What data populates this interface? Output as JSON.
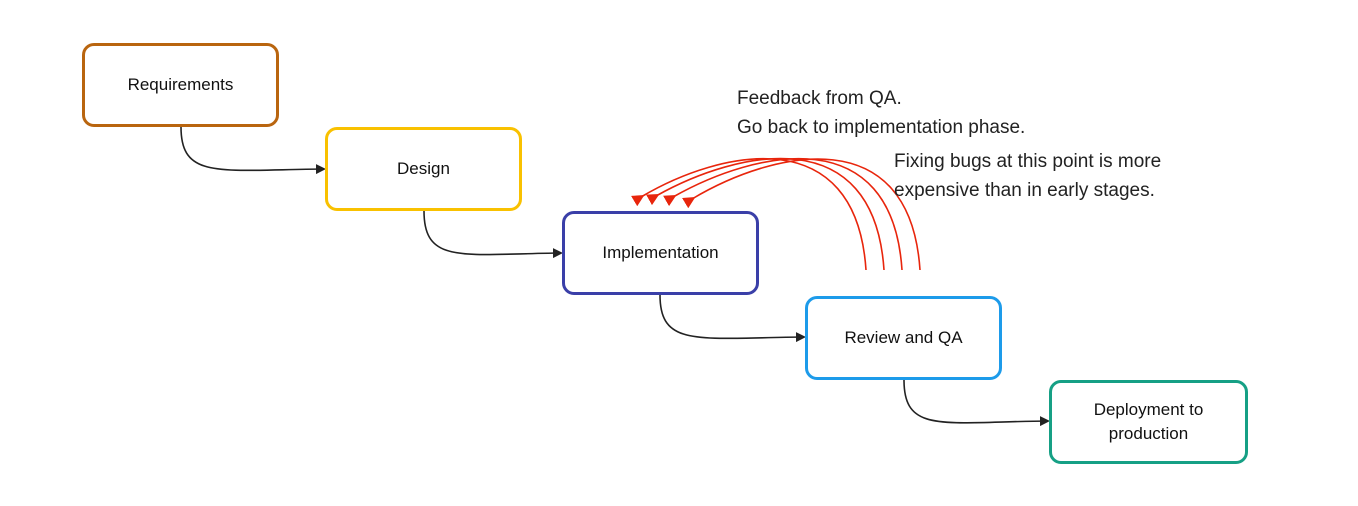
{
  "colors": {
    "requirements": "#B9650F",
    "design": "#F9C100",
    "implementation": "#3A3FA8",
    "review": "#1D9BEA",
    "deployment": "#16A085",
    "connector": "#222222",
    "feedback": "#E8250C"
  },
  "steps": [
    {
      "id": "requirements",
      "lines": [
        "Requirements"
      ]
    },
    {
      "id": "design",
      "lines": [
        "Design"
      ]
    },
    {
      "id": "implementation",
      "lines": [
        "Implementation"
      ]
    },
    {
      "id": "review",
      "lines": [
        "Review and QA"
      ]
    },
    {
      "id": "deployment",
      "lines": [
        "Deployment to",
        "production"
      ]
    }
  ],
  "annotations": {
    "feedback": [
      "Feedback from QA.",
      "Go back to implementation phase."
    ],
    "cost": [
      "Fixing bugs at this point is more",
      "expensive than in early stages."
    ]
  }
}
